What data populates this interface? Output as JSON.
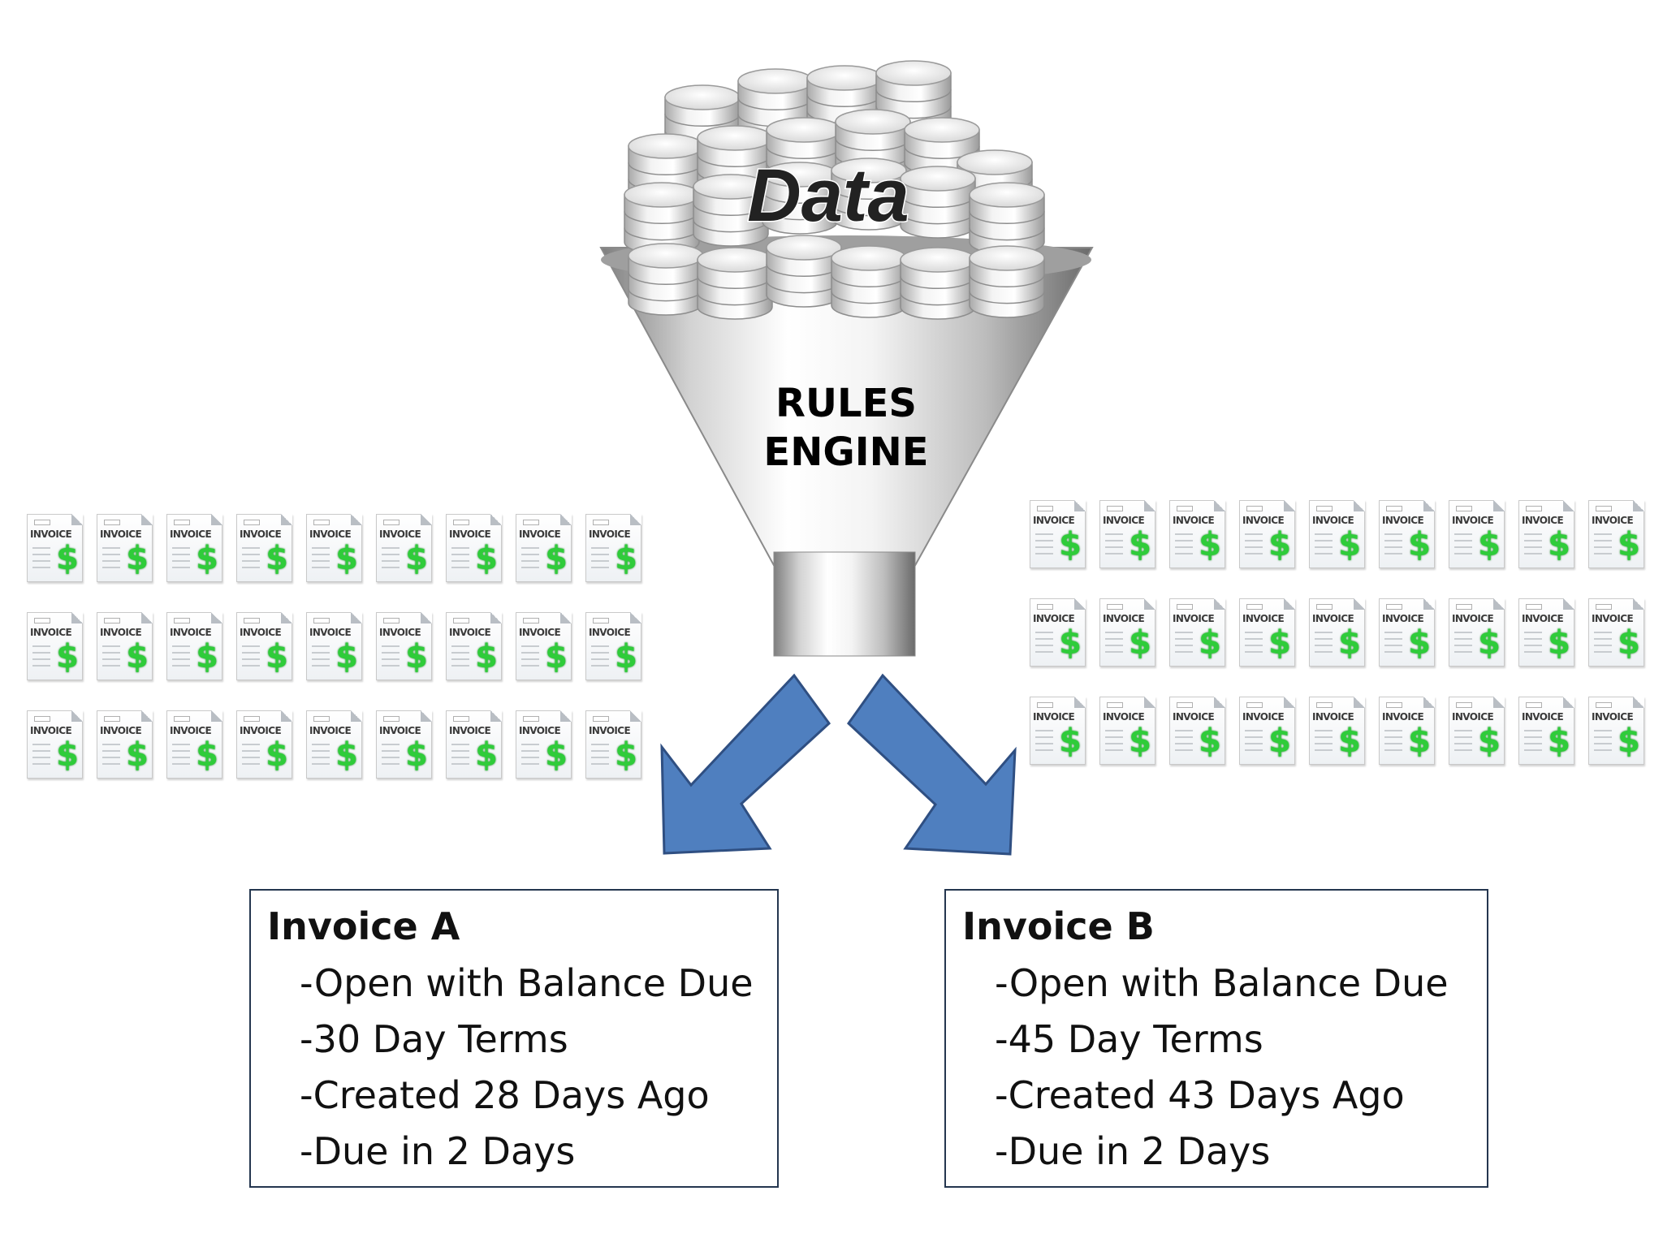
{
  "funnel": {
    "data_label": "Data",
    "engine_line1": "RULES",
    "engine_line2": "ENGINE"
  },
  "invoice_icon": {
    "label": "INVOICE",
    "symbol": "$",
    "rows": 3,
    "columns": 9
  },
  "colors": {
    "arrow_fill": "#4f7fbf",
    "arrow_stroke": "#2f4f82",
    "dollar_green": "#2fcc3a",
    "box_border": "#24364f"
  },
  "invoice_a": {
    "title": "Invoice A",
    "lines": [
      "-Open with Balance Due",
      "-30 Day Terms",
      "-Created 28 Days Ago",
      "-Due in 2 Days"
    ]
  },
  "invoice_b": {
    "title": "Invoice B",
    "lines": [
      "-Open with Balance Due",
      "-45 Day Terms",
      "-Created 43 Days Ago",
      "-Due in 2 Days"
    ]
  }
}
